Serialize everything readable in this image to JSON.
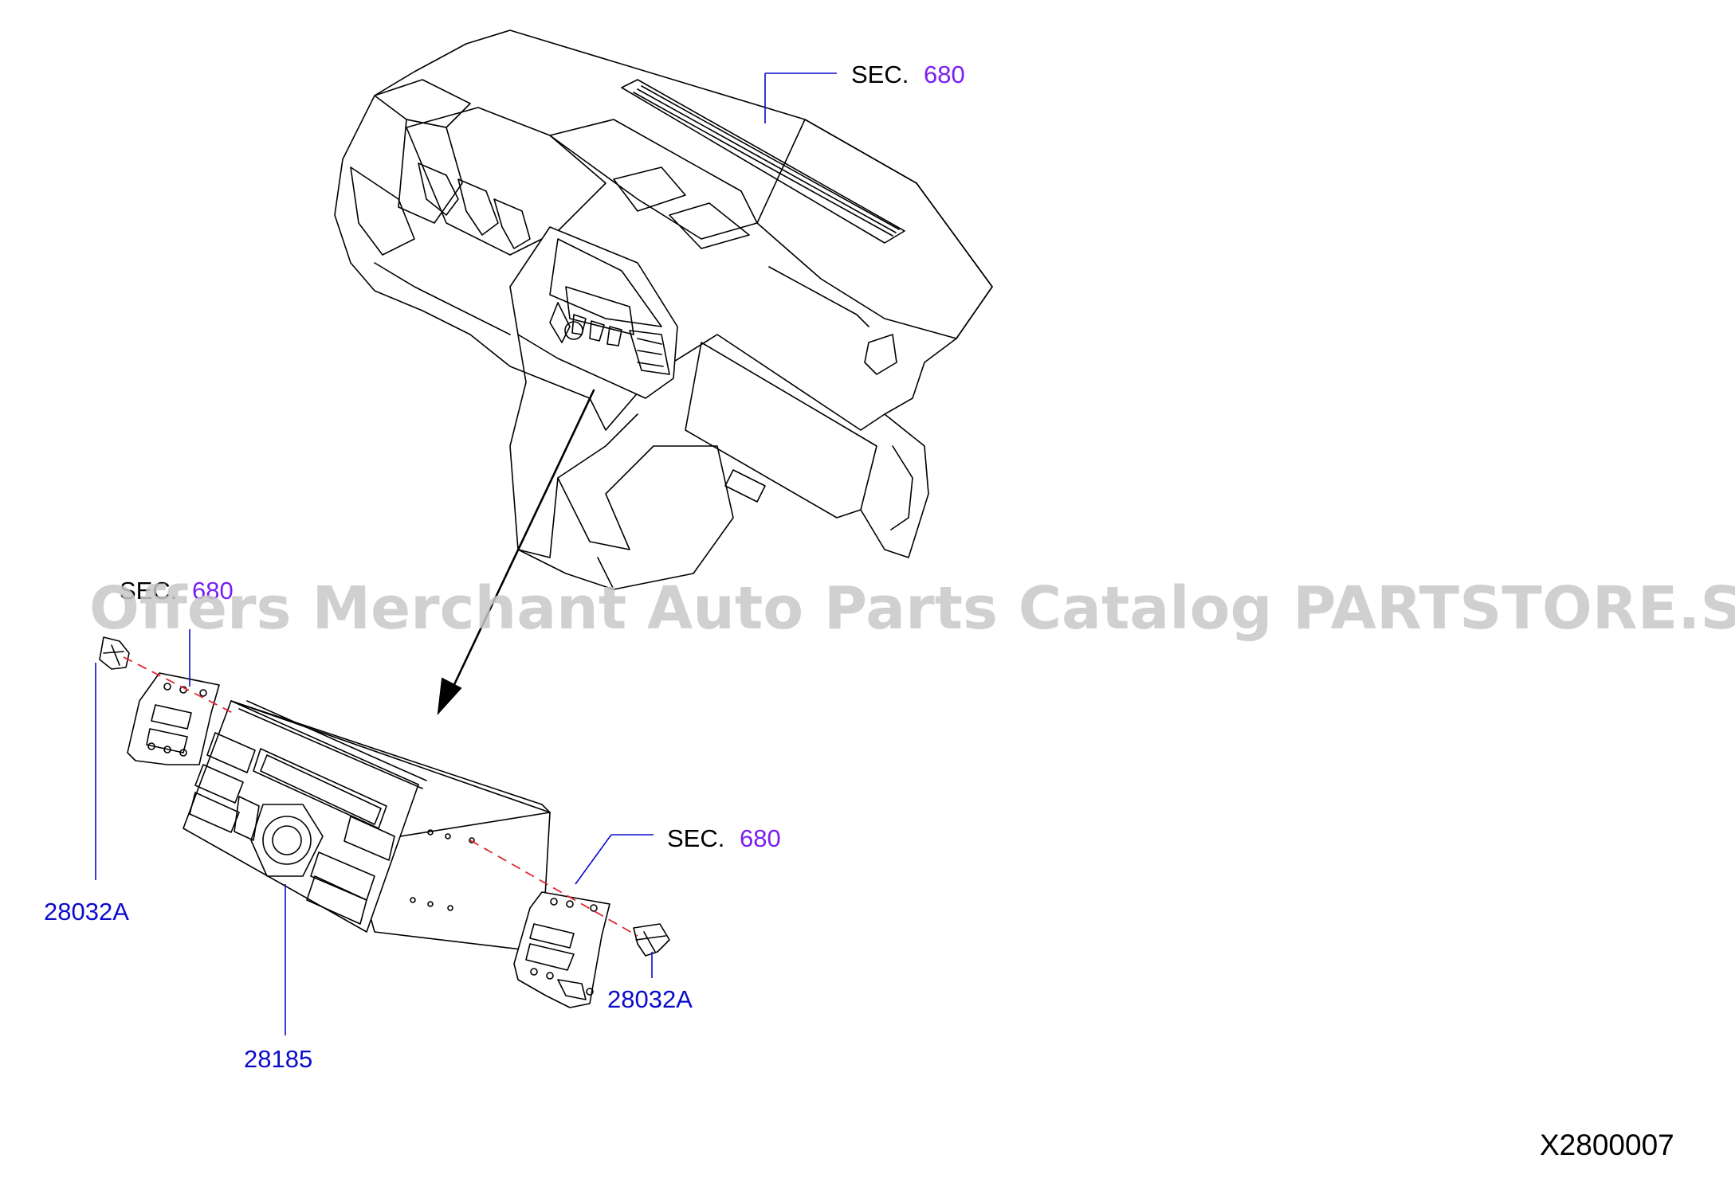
{
  "labels": {
    "sec_prefix": "SEC.",
    "sec_number": "680",
    "part_radio": "28185",
    "part_screw": "28032A",
    "diagram_code": "X2800007"
  },
  "watermark": "Offers Merchant Auto Parts Catalog PARTSTORE.SA",
  "colors": {
    "part_number": "#0b0bcc",
    "section_number": "#7a1ef0",
    "centerline": "#e0282f",
    "watermark": "#c8c8c8"
  }
}
